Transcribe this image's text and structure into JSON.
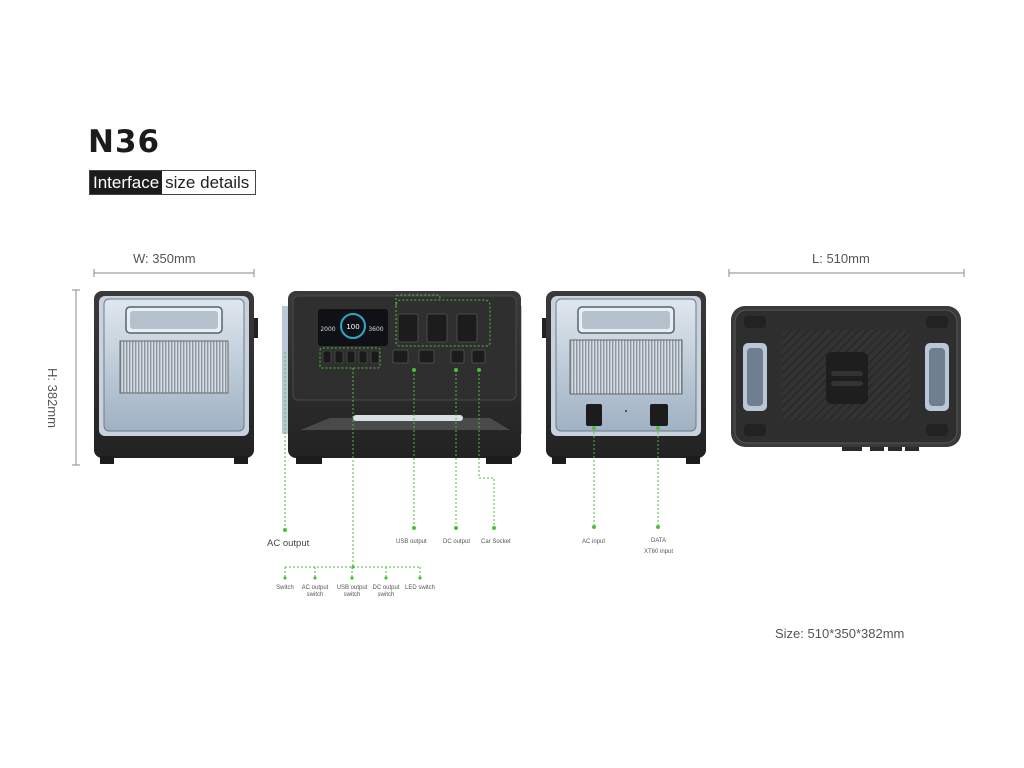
{
  "header": {
    "model": "N36",
    "subtitle_highlight": "Interface",
    "subtitle_rest": "size details"
  },
  "dimensions": {
    "width": "W:  350mm",
    "height": "H:  382mm",
    "length": "L:  510mm",
    "size": "Size:  510*350*382mm"
  },
  "screen": {
    "left_value": "2000",
    "center_value": "100",
    "right_value": "3600"
  },
  "callouts": {
    "ac_output": "AC output",
    "usb_output": "USB output",
    "dc_output": "DC output",
    "car_socket": "Car Socket",
    "ac_input": "AC input",
    "data": "DATA",
    "xt60_input": "XT60 input"
  },
  "switches": [
    {
      "line1": "Switch",
      "line2": ""
    },
    {
      "line1": "AC output",
      "line2": "switch"
    },
    {
      "line1": "USB output",
      "line2": "switch"
    },
    {
      "line1": "DC output",
      "line2": "switch"
    },
    {
      "line1": "LED switch",
      "line2": ""
    }
  ],
  "colors": {
    "accent_green": "#4cbf3a",
    "body_dark": "#2a2a2a",
    "panel_blue": "#b9c7d6"
  }
}
